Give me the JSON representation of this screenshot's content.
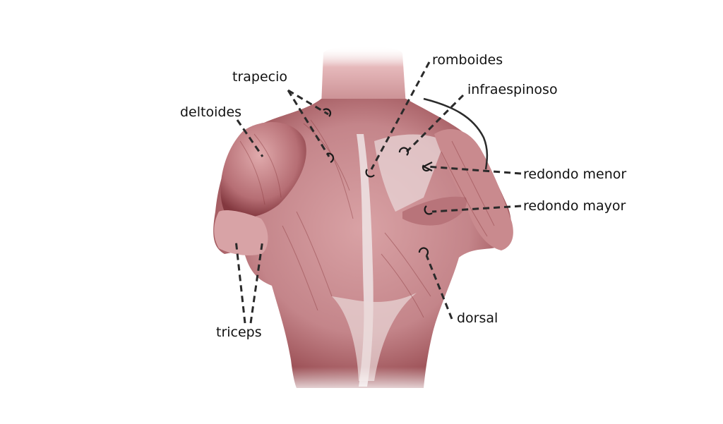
{
  "labels": {
    "trapecio": "trapecio",
    "deltoides": "deltoides",
    "romboides": "romboides",
    "infraespinoso": "infraespinoso",
    "redondo_menor": "redondo menor",
    "redondo_mayor": "redondo mayor",
    "triceps": "triceps",
    "dorsal": "dorsal"
  },
  "colors": {
    "muscle_light": "#e2aeb0",
    "muscle_mid": "#c98a8e",
    "muscle_dark": "#8e3e44",
    "tendon": "#efe6e6",
    "leader": "#2a2a2a",
    "text": "#111111"
  }
}
